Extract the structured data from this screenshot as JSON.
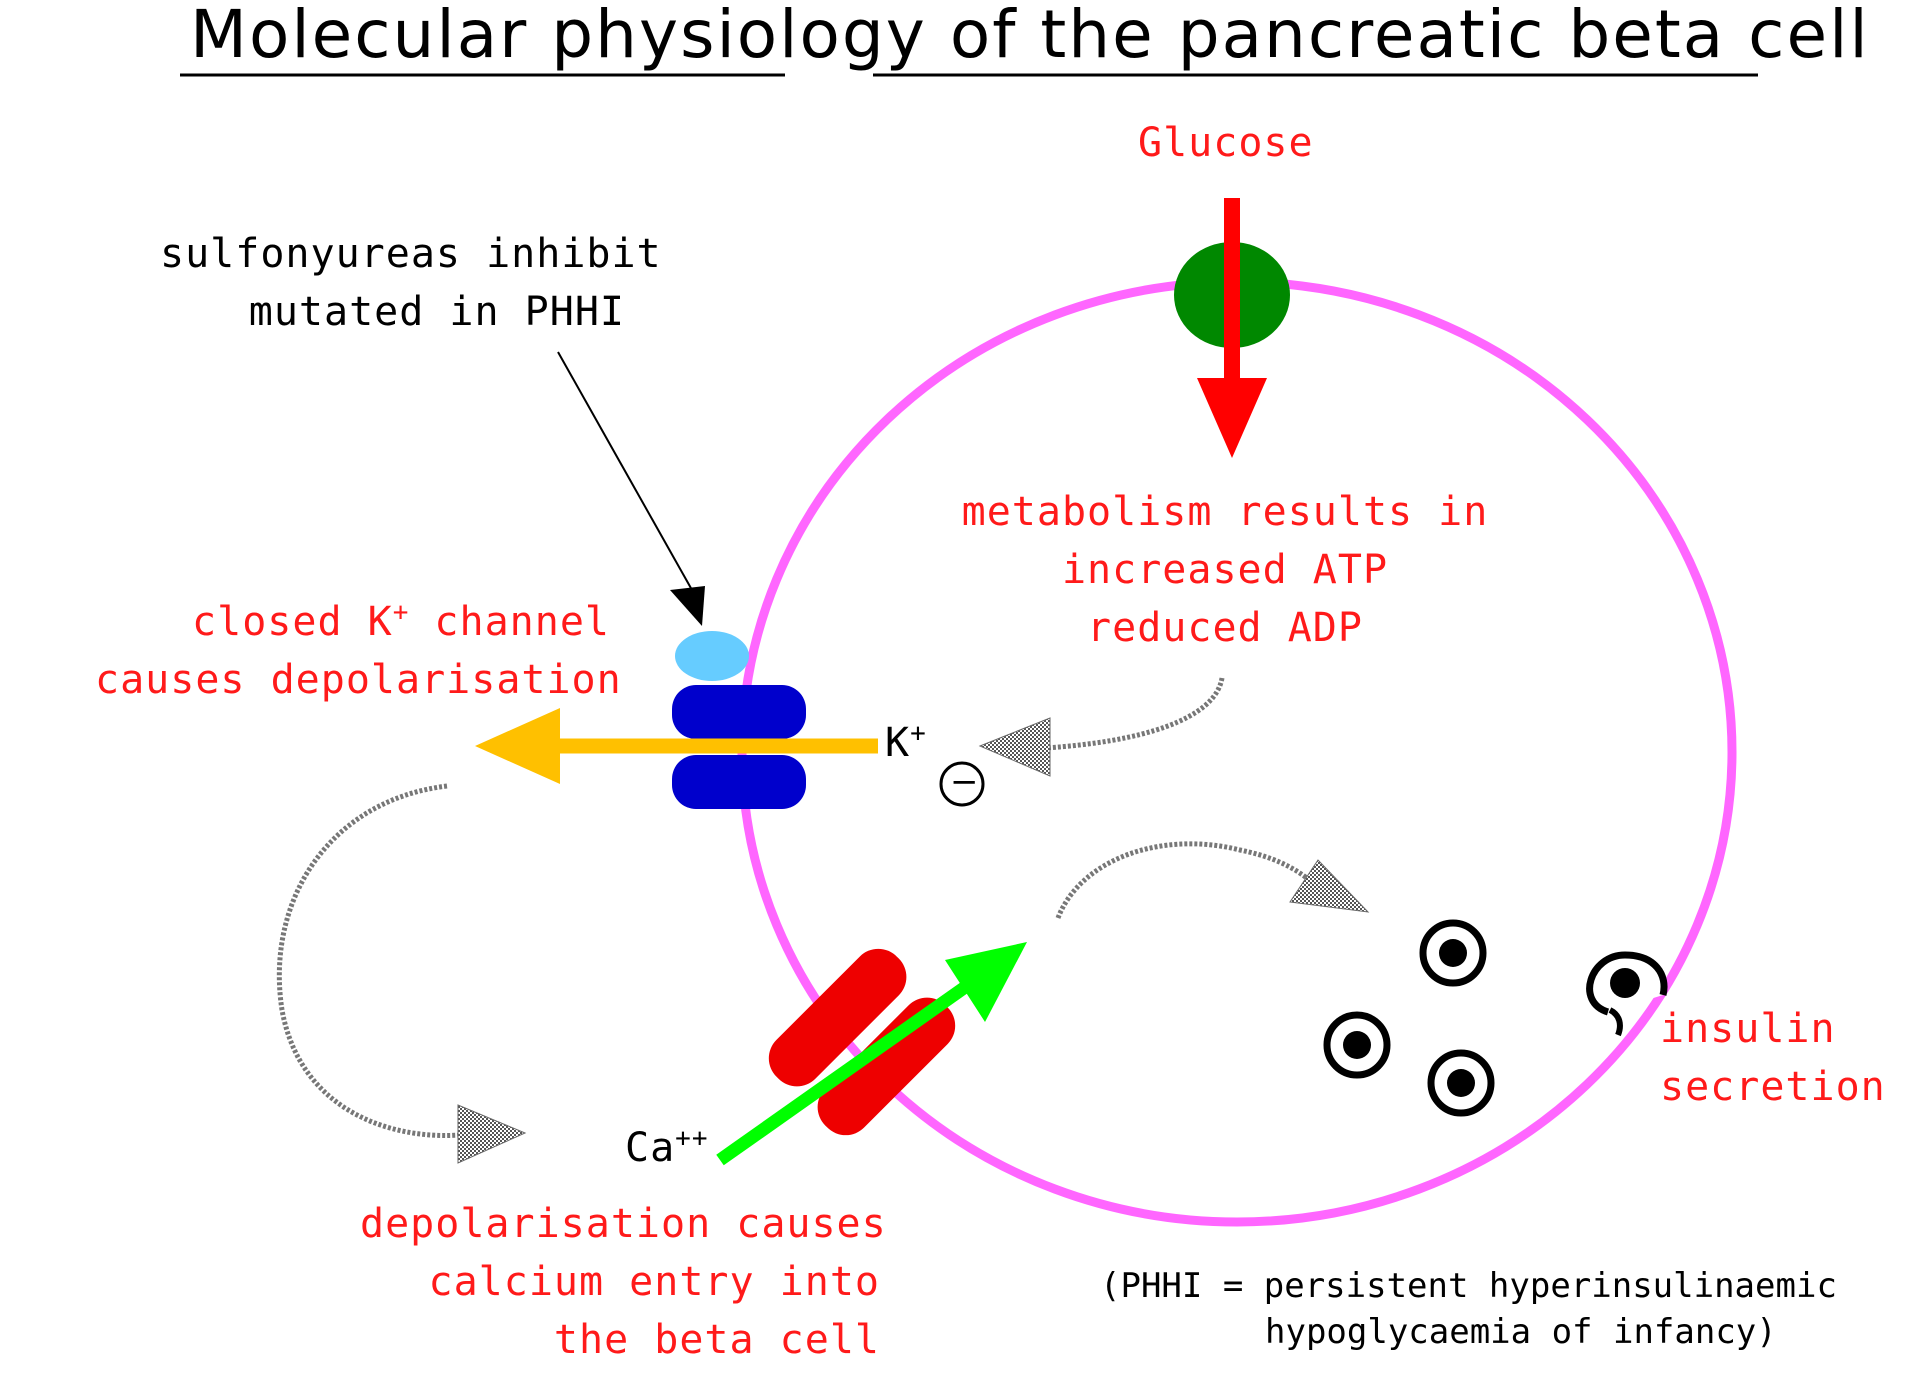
{
  "title": "Molecular physiology of the pancreatic beta cell",
  "labels": {
    "glucose": "Glucose",
    "sulfonyureas_line1": "sulfonyureas inhibit",
    "sulfonyureas_line2": "mutated in PHHI",
    "closed_k_line1_a": "closed K",
    "closed_k_sup": "+",
    "closed_k_line1_b": " channel",
    "closed_k_line2": "causes depolarisation",
    "k_ion": "K",
    "k_ion_sup": "+",
    "minus_sign": "−",
    "metabolism_line1": "metabolism results in",
    "metabolism_line2": "increased ATP",
    "metabolism_line3": "reduced ADP",
    "ca_ion": "Ca",
    "ca_ion_sup": "++",
    "depol_line1": "depolarisation causes",
    "depol_line2": "calcium entry into",
    "depol_line3": "the beta cell",
    "insulin_line1": "insulin",
    "insulin_line2": "secretion",
    "phhi_line1": "(PHHI = persistent hyperinsulinaemic",
    "phhi_line2": "hypoglycaemia of infancy)"
  },
  "colors": {
    "membrane": "#ff66ff",
    "glucose_transporter": "#008800",
    "glucose_arrow": "#ff0000",
    "sur_subunit": "#66ccff",
    "k_channel": "#0000cc",
    "k_arrow": "#ffc000",
    "ca_channel": "#ee0000",
    "ca_arrow": "#00ff00",
    "red_text": "#ff1a1a",
    "curved_arrow": "#888888"
  }
}
